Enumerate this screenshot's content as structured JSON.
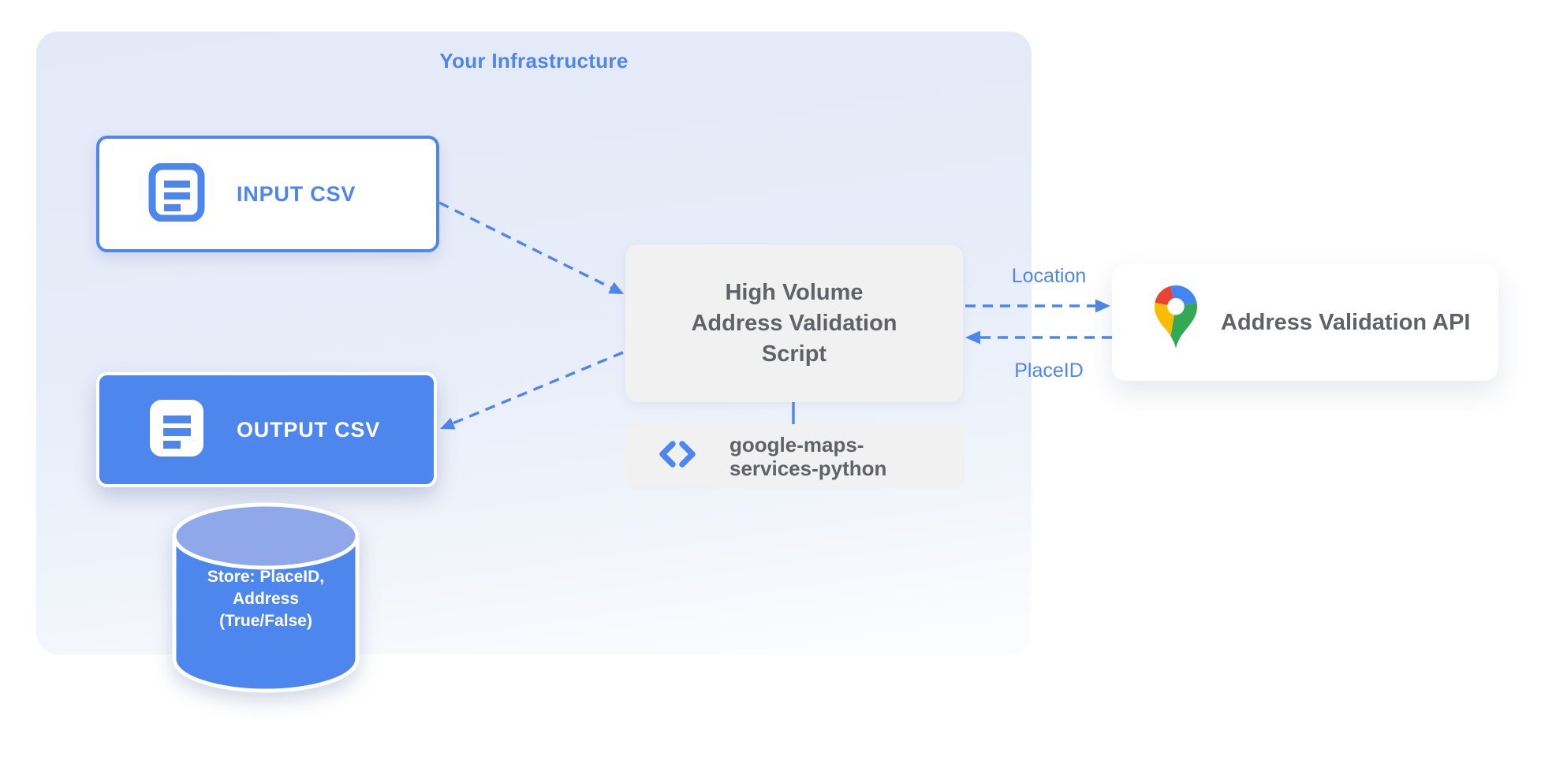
{
  "diagram": {
    "title": "Your Infrastructure",
    "nodes": {
      "input_csv": {
        "label": "INPUT CSV",
        "icon": "document-icon"
      },
      "output_csv": {
        "label": "OUTPUT CSV",
        "icon": "document-icon"
      },
      "datastore": {
        "lines": [
          "Store: PlaceID,",
          "Address",
          "(True/False)"
        ]
      },
      "script": {
        "lines": [
          "High Volume",
          "Address Validation",
          "Script"
        ]
      },
      "library": {
        "lines": [
          "google-maps-",
          "services-python"
        ],
        "icon": "code-icon"
      },
      "api": {
        "label": "Address Validation API",
        "icon": "google-maps-pin-icon"
      }
    },
    "edge_labels": {
      "script_to_api": "Location",
      "api_to_script": "PlaceID"
    },
    "edges": [
      {
        "from": "input_csv",
        "to": "script",
        "style": "dashed"
      },
      {
        "from": "script",
        "to": "output_csv",
        "style": "dashed"
      },
      {
        "from": "script",
        "to": "api",
        "style": "dashed",
        "label": "Location"
      },
      {
        "from": "api",
        "to": "script",
        "style": "dashed",
        "label": "PlaceID"
      },
      {
        "from": "script",
        "to": "library",
        "style": "solid"
      }
    ],
    "colors": {
      "accent_blue": "#4D86EC",
      "text_gray": "#5F6368",
      "panel_lavender": "#E4E9F7",
      "box_gray": "#F1F1F2",
      "cylinder_top_blue": "#8FA8EA",
      "pin_blue": "#4285F4",
      "pin_red": "#EA4335",
      "pin_yellow": "#FBBC04",
      "pin_green": "#34A853"
    }
  }
}
